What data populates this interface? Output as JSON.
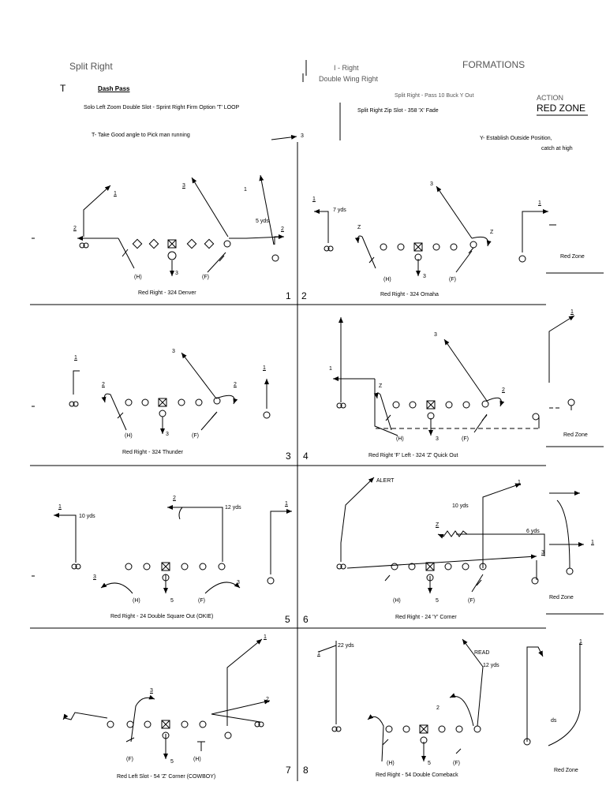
{
  "header": {
    "split_right": "Split Right",
    "left_right": "I - Right",
    "formations": "FORMATIONS",
    "double_wing": "Double Wing Right",
    "t_label": "T",
    "dash_pass": "Dash Pass",
    "split_right_pass": "Split Right - Pass 10 Buck Y Out",
    "action": "ACTION",
    "solo_left": "Solo Left Zoom Double Slot - Sprint Right Firm Option 'T' LOOP",
    "split_right_zip": "Split Right Zip Slot - 358 'X' Fade",
    "red_zone_title": "RED ZONE",
    "t_take": "T- Take Good angle to Pick man running",
    "arrow_3": "3",
    "y_establish": "Y- Establish Outside Position,",
    "catch_high": "catch at high"
  },
  "plays": [
    {
      "id": "1",
      "title": "Red Right - 324 Denver",
      "notes": [
        "5 yds"
      ]
    },
    {
      "id": "2",
      "title": "Red Right - 324 Omaha",
      "notes": [
        "7 yds"
      ]
    },
    {
      "id": "3",
      "title": "Red Right - 324 Thunder",
      "notes": []
    },
    {
      "id": "4",
      "title": "Red Right 'F' Left - 324 'Z' Quick Out",
      "notes": []
    },
    {
      "id": "5",
      "title": "Red Right - 24 Double Square Out (OKIE)",
      "notes": [
        "10 yds",
        "12 yds"
      ]
    },
    {
      "id": "6",
      "title": "Red Right - 24 'Y' Corner",
      "notes": [
        "ALERT",
        "10 yds",
        "6 yds"
      ]
    },
    {
      "id": "7",
      "title": "Red Left Slot - 54 'Z' Corner (COWBOY)",
      "notes": []
    },
    {
      "id": "8",
      "title": "Red Right - 54 Double Comeback",
      "notes": [
        "22 yds",
        "READ",
        "12 yds"
      ]
    }
  ],
  "side": {
    "red_zone": "Red Zone",
    "ds": "ds"
  },
  "marks": {
    "r1": "1",
    "r2": "2",
    "r3": "3",
    "r5": "5",
    "rz": "Z",
    "h": "(H)",
    "f": "(F)",
    "o": "O",
    "h_plain": "H",
    "f_plain": "F",
    "cross": "X",
    "ring": "⊠"
  }
}
